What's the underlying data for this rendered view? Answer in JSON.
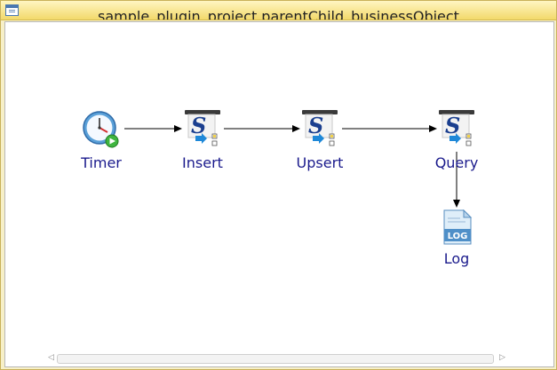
{
  "window": {
    "title": "sample_plugin_project.parentChild_businessObject",
    "icon": "diagram-editor-icon"
  },
  "nodes": [
    {
      "id": "timer",
      "label": "Timer",
      "icon": "timer-clock-icon"
    },
    {
      "id": "insert",
      "label": "Insert",
      "icon": "salesforce-connector-icon"
    },
    {
      "id": "upsert",
      "label": "Upsert",
      "icon": "salesforce-connector-icon"
    },
    {
      "id": "query",
      "label": "Query",
      "icon": "salesforce-connector-icon"
    },
    {
      "id": "log",
      "label": "Log",
      "icon": "log-file-icon",
      "icon_text": "LOG"
    }
  ],
  "edges": [
    {
      "from": "timer",
      "to": "insert"
    },
    {
      "from": "insert",
      "to": "upsert"
    },
    {
      "from": "upsert",
      "to": "query"
    },
    {
      "from": "query",
      "to": "log"
    }
  ],
  "scrollbar": {
    "left_arrow": "◁",
    "right_arrow": "▷"
  },
  "colors": {
    "node_label": "#1a1a8c",
    "title_bar": "#f2d96b",
    "connector_blue": "#1b3f8f",
    "arrow_blue": "#1e88d8"
  }
}
